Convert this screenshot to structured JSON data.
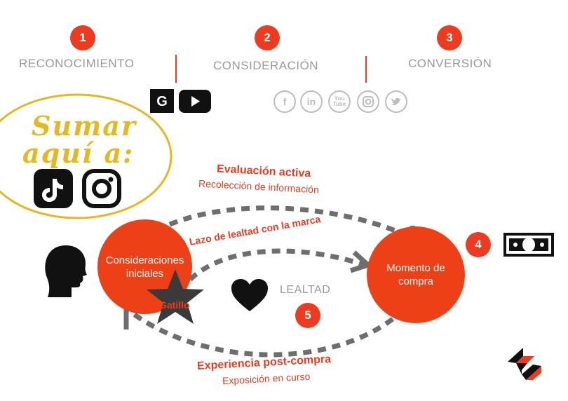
{
  "stages": [
    {
      "number": "1",
      "label": "RECONOCIMIENTO"
    },
    {
      "number": "2",
      "label": "CONSIDERACIÓN"
    },
    {
      "number": "3",
      "label": "CONVERSIÓN"
    }
  ],
  "platform_icons": {
    "stage1": [
      "google-icon",
      "youtube-icon"
    ],
    "stage2": [
      {
        "icon": "facebook-icon",
        "glyph": "f"
      },
      {
        "icon": "linkedin-icon",
        "glyph": "in"
      },
      {
        "icon": "youtube-icon",
        "glyph": "You Tube"
      },
      {
        "icon": "instagram-icon",
        "glyph": ""
      },
      {
        "icon": "twitter-icon",
        "glyph": ""
      }
    ]
  },
  "note": {
    "line1": "Sumar",
    "line2": "aquí a:",
    "icons": [
      "tiktok-icon",
      "instagram-icon"
    ]
  },
  "diagram": {
    "initial": {
      "line1": "Consideraciones",
      "line2": "iniciales"
    },
    "purchase": {
      "line1": "Momento de",
      "line2": "compra"
    },
    "trigger": "Gatillo",
    "top_title": "Evaluación activa",
    "top_sub": "Recolección de información",
    "loyalty_loop": "Lazo de lealtad con la marca",
    "loyalty_label": "LEALTAD",
    "bottom_title": "Experiencia post-compra",
    "bottom_sub": "Exposición en curso",
    "step4": "4",
    "step5": "5"
  },
  "colors": {
    "accent": "#ee3b1f",
    "note": "#e6b820",
    "gray": "#9a9a9a"
  }
}
